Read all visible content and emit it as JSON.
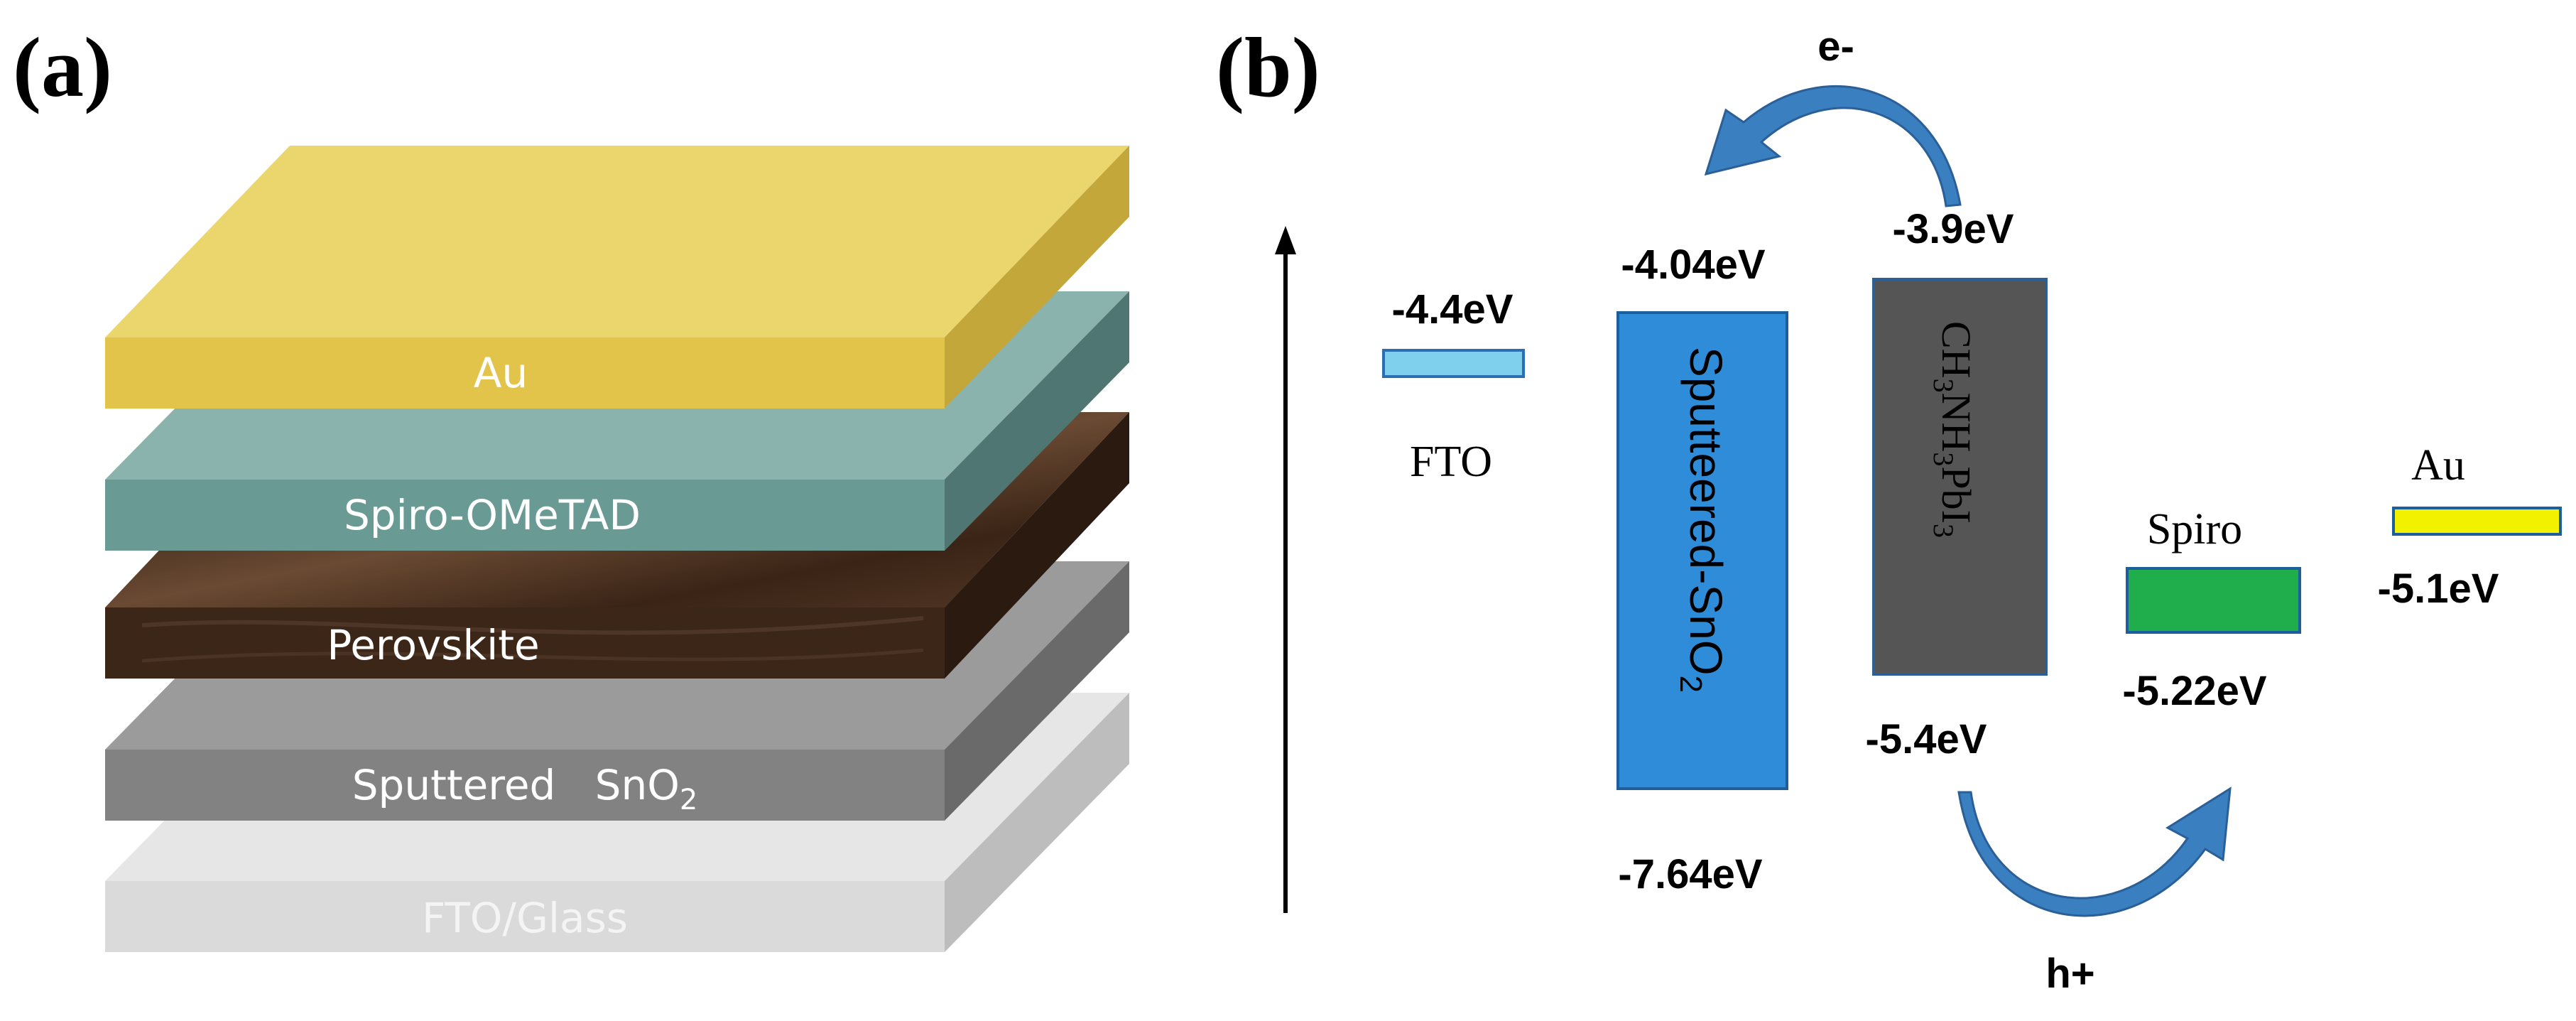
{
  "panel_a": {
    "label": "(a)",
    "layers": [
      {
        "name": "Au",
        "color": "#e6c94e"
      },
      {
        "name": "Spiro-OMeTAD",
        "color": "#6e9e98"
      },
      {
        "name": "Perovskite",
        "color": "#4a3222"
      },
      {
        "name": "Sputtered   SnO",
        "subscript": "2",
        "color": "#8a8a8a"
      },
      {
        "name": "FTO/Glass",
        "color": "#dcdcdc"
      }
    ]
  },
  "panel_b": {
    "label": "(b)",
    "fto": {
      "name": "FTO",
      "level": "-4.4eV",
      "color": "#7fd0ec"
    },
    "sno2": {
      "name": "Sputteered-SnO",
      "subscript": "2",
      "top": "-4.04eV",
      "bottom": "-7.64eV",
      "color": "#2f8cd8"
    },
    "perovskite": {
      "parts": [
        "CH",
        "3",
        "NH",
        "3",
        "PbI",
        "3"
      ],
      "top": "-3.9eV",
      "bottom": "-5.4eV",
      "color": "#555555"
    },
    "spiro": {
      "name": "Spiro",
      "level": "-5.22eV",
      "color": "#1fae4b"
    },
    "au": {
      "name": "Au",
      "level": "-5.1eV",
      "color": "#f2f200"
    },
    "electron_label": "e-",
    "hole_label": "h+",
    "arrow_color": "#3a7fc0"
  }
}
